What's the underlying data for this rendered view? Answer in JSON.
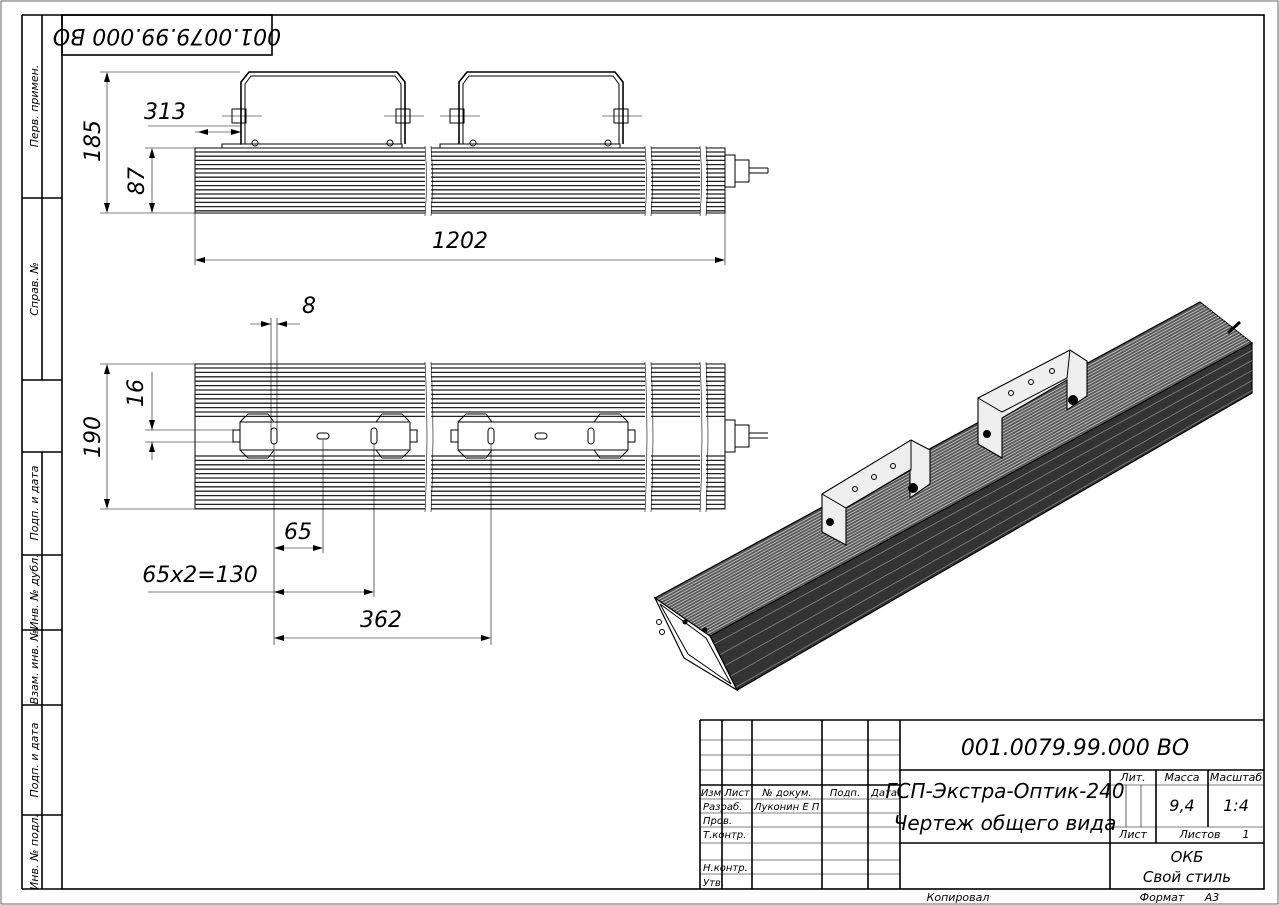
{
  "drawing": {
    "designation": "001.0079.99.000 ВО",
    "designation_rotated": "001.0079.99.000 ВО",
    "product_name": "ГСП-Экстра-Оптик-240",
    "document_type": "Чертеж общего вида",
    "copied_label": "Копировал",
    "format_label": "Формат",
    "format_value": "А3"
  },
  "side_strip": {
    "first_use": "Перв. примен.",
    "reference_no": "Справ. №",
    "sign_date_1": "Подп. и дата",
    "dup_inv": "Инв. № дубл.",
    "replace_inv": "Взам. инв. №",
    "sign_date_2": "Подп. и дата",
    "orig_inv": "Инв. № подл."
  },
  "title_block": {
    "col_headers": [
      "Изм",
      "Лист",
      "№ докум.",
      "Подп.",
      "Дата"
    ],
    "roles": [
      "Разраб.",
      "Пров.",
      "Т.контр.",
      "",
      "Н.контр.",
      "Утв."
    ],
    "developer_name": "Луконин Е П",
    "lit_label": "Лит.",
    "mass_label": "Масса",
    "scale_label": "Масштаб",
    "mass_value": "9,4",
    "scale_value": "1:4",
    "sheet_label": "Лист",
    "sheets_label": "Листов",
    "sheets_value": "1",
    "org_line1": "ОКБ",
    "org_line2": "Свой стиль"
  },
  "dimensions": {
    "overall_height": "185",
    "body_height": "87",
    "bracket_offset": "313",
    "length": "1202",
    "slot_width": "8",
    "width": "190",
    "slot_offset": "16",
    "hole_spacing": "65",
    "hole_spacing_total": "65x2=130",
    "bracket_spacing": "362"
  }
}
